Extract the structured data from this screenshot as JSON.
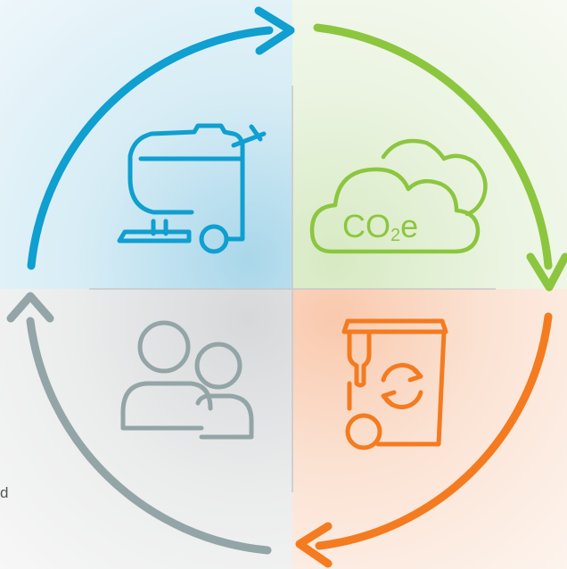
{
  "colors": {
    "blue": "#0f9fd0",
    "green": "#8cc63f",
    "orange": "#f47b20",
    "gray": "#93a5a6",
    "divider": "#c8c8c8"
  },
  "quadrants": [
    {
      "id": "tl",
      "icon": "floor-scrubber-icon",
      "color": "#0f9fd0"
    },
    {
      "id": "tr",
      "icon": "co2e-cloud-icon",
      "color": "#8cc63f"
    },
    {
      "id": "br",
      "icon": "recycling-bin-icon",
      "color": "#f47b20"
    },
    {
      "id": "bl",
      "icon": "people-icon",
      "color": "#93a5a6"
    }
  ],
  "co2_label": {
    "main": "CO",
    "sub": "2",
    "suffix": "e"
  },
  "edge_text": "d"
}
